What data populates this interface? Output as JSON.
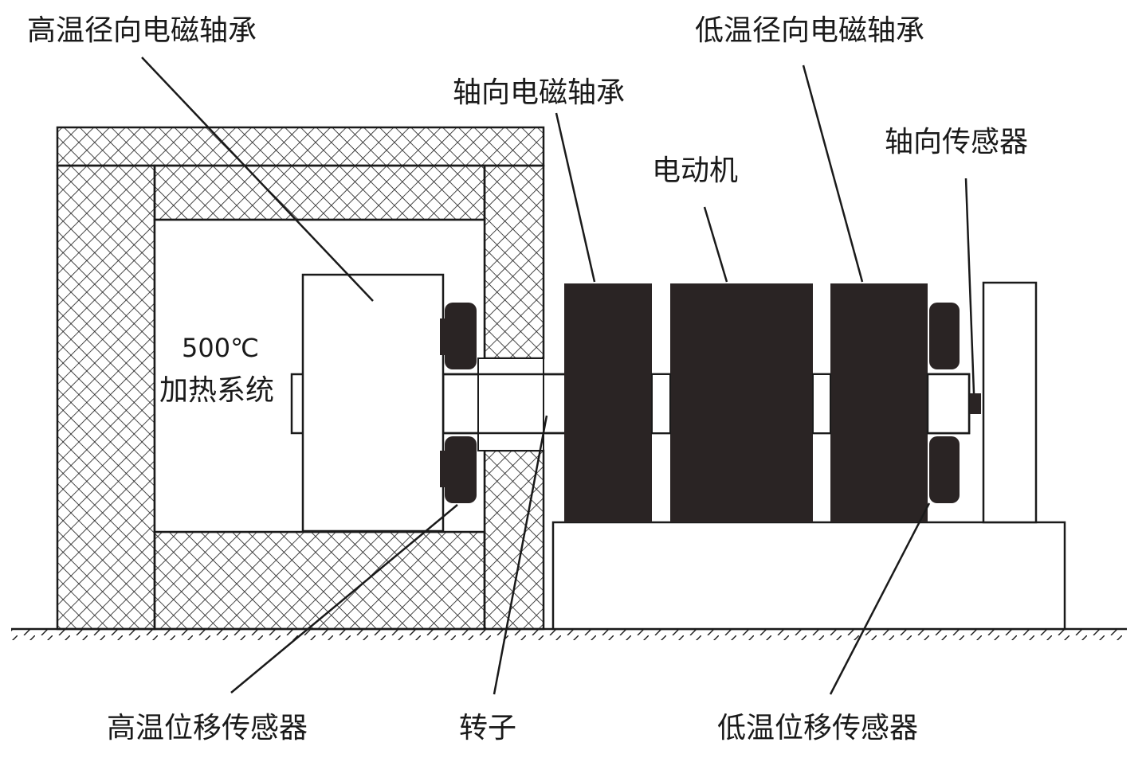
{
  "labels": {
    "high_temp_radial_bearing": "高温径向电磁轴承",
    "low_temp_radial_bearing": "低温径向电磁轴承",
    "axial_bearing": "轴向电磁轴承",
    "axial_sensor": "轴向传感器",
    "motor": "电动机",
    "heating_temp": "500℃",
    "heating_system": "加热系统",
    "high_temp_displacement_sensor": "高温位移传感器",
    "rotor": "转子",
    "low_temp_displacement_sensor": "低温位移传感器"
  },
  "colors": {
    "dark_block": "#2a2424",
    "line": "#1a1a1a",
    "background": "#ffffff"
  }
}
